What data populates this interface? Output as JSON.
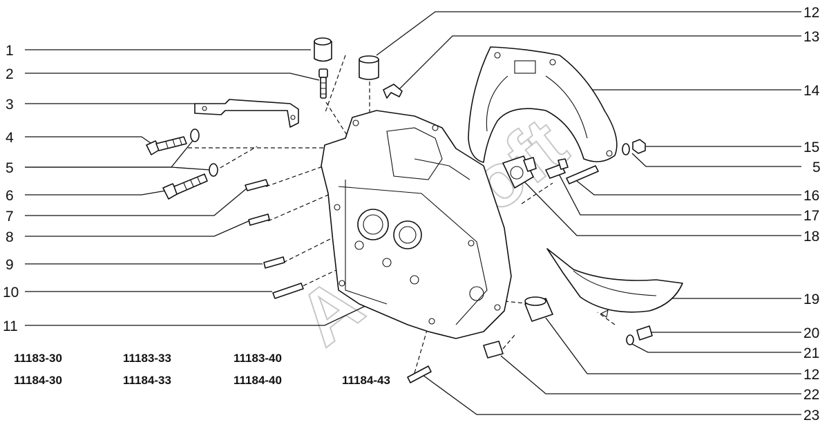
{
  "callouts": {
    "left": [
      "1",
      "2",
      "3",
      "4",
      "5",
      "6",
      "7",
      "8",
      "9",
      "10",
      "11"
    ],
    "right": [
      "12",
      "13",
      "14",
      "15",
      "5",
      "16",
      "17",
      "18",
      "19",
      "20",
      "21",
      "12",
      "22",
      "23"
    ]
  },
  "model_codes": {
    "row1": [
      "11183-30",
      "11183-33",
      "11183-40"
    ],
    "row2": [
      "11184-30",
      "11184-33",
      "11184-40",
      "11184-43"
    ]
  },
  "watermark": "AvtoSoft",
  "colors": {
    "ink": "#111111",
    "watermark": "#9a9a9a",
    "background": "#ffffff"
  }
}
